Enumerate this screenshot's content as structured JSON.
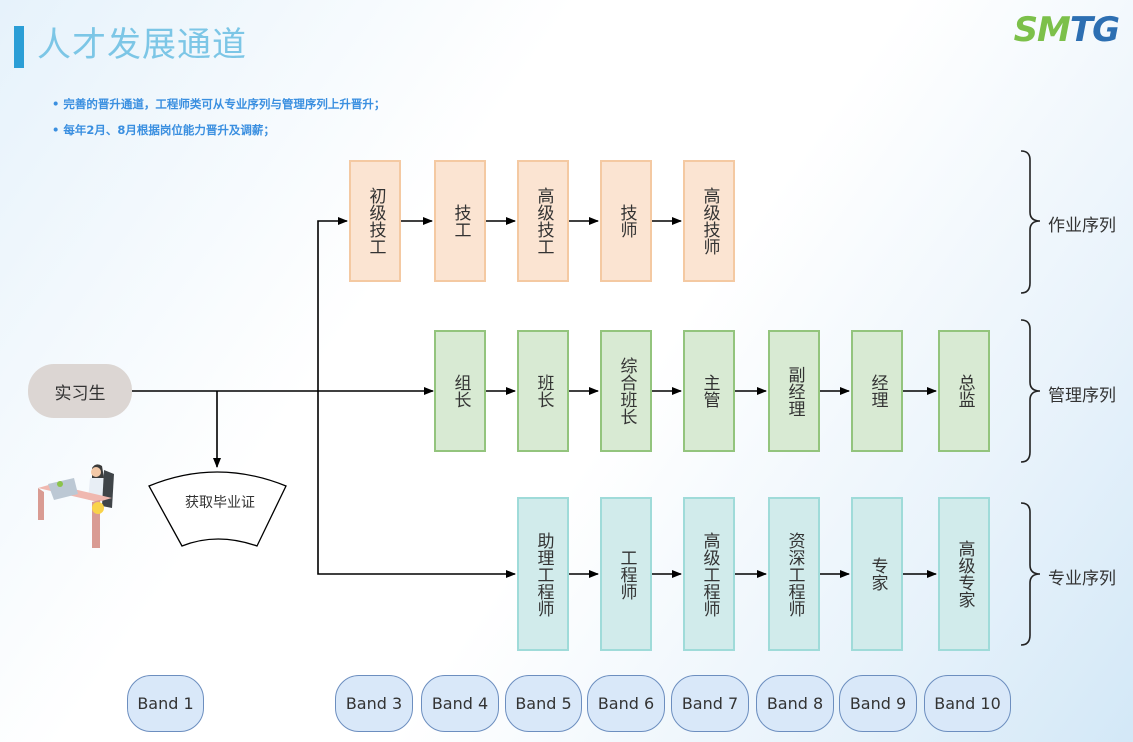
{
  "header": {
    "title": "人才发展通道",
    "bullets": [
      "• 完善的晋升通道，工程师类可从专业序列与管理序列上升晋升；",
      "• 每年2月、8月根据岗位能力晋升及调薪；"
    ],
    "logo": {
      "part1": "SM",
      "part2": "TG",
      "full": "SMTG"
    }
  },
  "start": {
    "label": "实习生",
    "graduation": "获取毕业证",
    "illustration": "office-worker-at-desk-icon"
  },
  "sequences": [
    {
      "name": "作业序列",
      "color": "#fbe4d2",
      "steps": [
        "初级技工",
        "技工",
        "高级技工",
        "技师",
        "高级技师"
      ]
    },
    {
      "name": "管理序列",
      "color": "#d8ead3",
      "steps": [
        "组长",
        "班长",
        "综合班长",
        "主管",
        "副经理",
        "经理",
        "总监"
      ]
    },
    {
      "name": "专业序列",
      "color": "#d1ebeb",
      "steps": [
        "助理工程师",
        "工程师",
        "高级工程师",
        "资深工程师",
        "专家",
        "高级专家"
      ]
    }
  ],
  "bands": [
    "Band 1",
    "Band 3",
    "Band 4",
    "Band 5",
    "Band 6",
    "Band 7",
    "Band 8",
    "Band 9",
    "Band 10"
  ]
}
